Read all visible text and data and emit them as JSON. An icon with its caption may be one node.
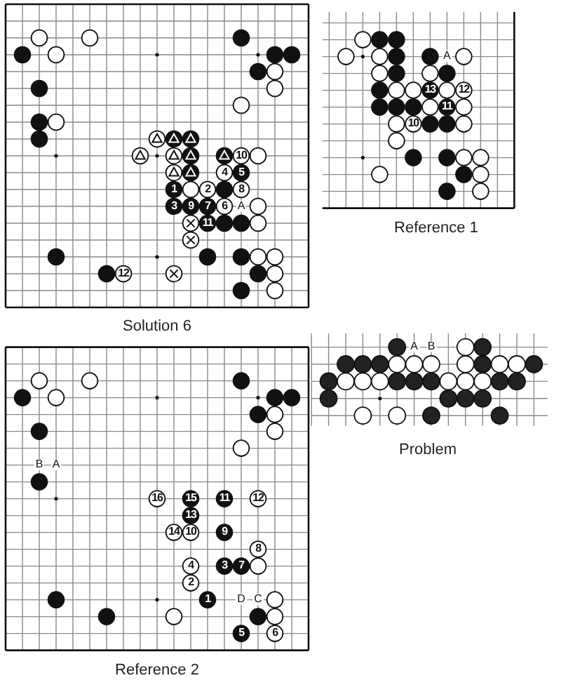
{
  "diagram": {
    "labels": [
      "10",
      "4",
      "5",
      "1",
      "2",
      "8",
      "3",
      "9",
      "7",
      "6",
      "A",
      "11",
      "12",
      "Solution 6",
      "A",
      "13",
      "12",
      "11",
      "10",
      "Reference 1",
      "A",
      "B",
      "Problem",
      "B",
      "A",
      "16",
      "15",
      "11",
      "12",
      "13",
      "14",
      "10",
      "9",
      "8",
      "4",
      "3",
      "7",
      "2",
      "1",
      "D",
      "C",
      "5",
      "6",
      "Reference 2"
    ]
  }
}
